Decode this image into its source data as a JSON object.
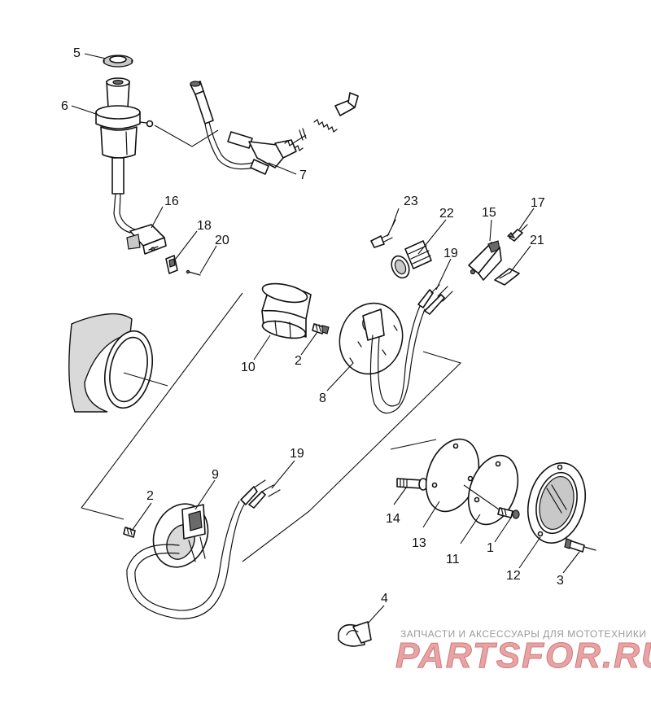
{
  "callouts": {
    "c1": "1",
    "c2a": "2",
    "c2b": "2",
    "c3": "3",
    "c4": "4",
    "c5": "5",
    "c6": "6",
    "c7": "7",
    "c8": "8",
    "c9": "9",
    "c10": "10",
    "c11": "11",
    "c12": "12",
    "c13": "13",
    "c14": "14",
    "c15": "15",
    "c16": "16",
    "c17": "17",
    "c18": "18",
    "c19a": "19",
    "c19b": "19",
    "c20": "20",
    "c21": "21",
    "c22": "22",
    "c23": "23"
  },
  "watermark": {
    "tagline": "ЗАПЧАСТИ И АКСЕССУАРЫ ДЛЯ МОТОТЕХНИКИ",
    "brand": "PARTSFOR.RU"
  },
  "colors": {
    "line": "#111111",
    "watermark": "#e8a4a4",
    "tagline": "#9a9a9a"
  }
}
